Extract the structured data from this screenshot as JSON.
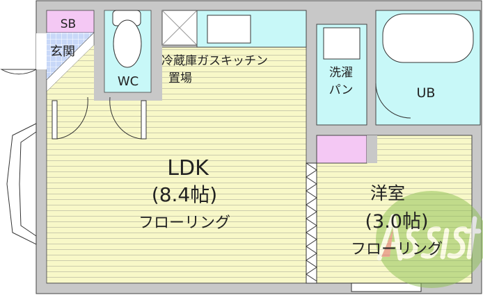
{
  "floorplan": {
    "rooms": {
      "sb": "SB",
      "entrance": "玄関",
      "wc": "WC",
      "fridge_kitchen": "冷蔵庫ガスキッチン",
      "fridge_place": "置場",
      "laundry_1": "洗濯",
      "laundry_2": "パン",
      "ub": "UB",
      "ldk_name": "LDK",
      "ldk_size": "(8.4帖)",
      "ldk_floor": "フローリング",
      "western_name": "洋室",
      "western_size": "(3.0帖)",
      "western_floor": "フローリング"
    },
    "watermark": "Assist",
    "colors": {
      "wall": "#c8c8c8",
      "floor": "#f8f8c8",
      "wet_area": "#c8f8f8",
      "storage": "#f4c8f4",
      "entrance_tile": "#c8d8f8",
      "watermark": "#8cc050"
    }
  }
}
